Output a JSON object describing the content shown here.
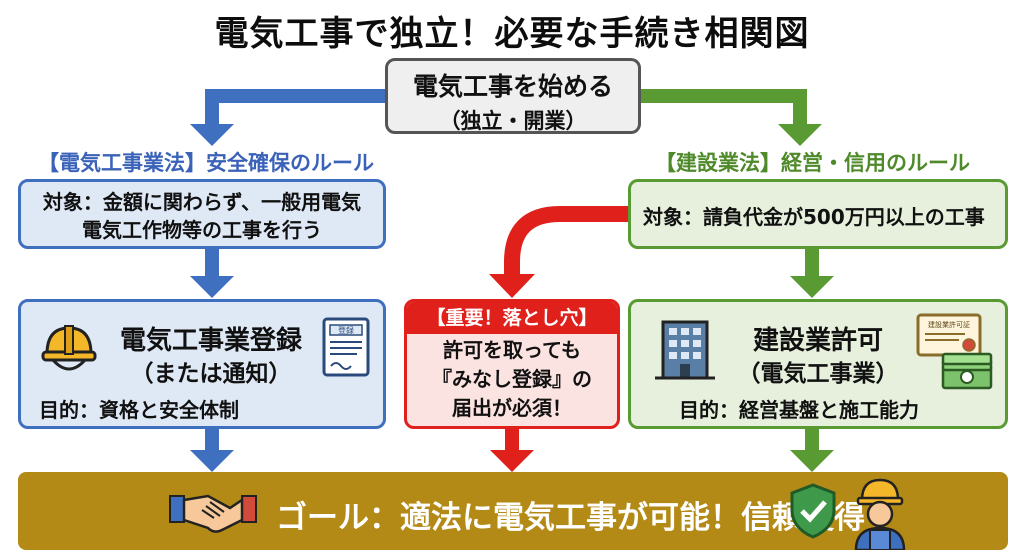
{
  "title": "電気工事で独立！必要な手続き相関図",
  "start": {
    "line1": "電気工事を始める",
    "line2": "（独立・開業）"
  },
  "left": {
    "law": "【電気工事業法】安全確保のルール",
    "target_line1": "対象：金額に関わらず、一般用電気",
    "target_line2": "電気工作物等の工事を行う",
    "box_title": "電気工事業登録",
    "box_sub": "（または通知）",
    "purpose": "目的：資格と安全体制",
    "doc_label": "登録"
  },
  "right": {
    "law": "【建設業法】経営・信用のルール",
    "target": "対象：請負代金が500万円以上の工事",
    "box_title": "建設業許可",
    "box_sub": "（電気工事業）",
    "purpose": "目的：経営基盤と施工能力",
    "doc_label": "建設業許可証"
  },
  "warning": {
    "header": "【重要！落とし穴】",
    "line1": "許可を取っても",
    "line2": "『みなし登録』の",
    "line3": "届出が必須！"
  },
  "goal": {
    "text": "ゴール：適法に電気工事が可能！信頼獲得"
  },
  "colors": {
    "blue": "#3f6fbf",
    "green": "#5a9a33",
    "red": "#e0201b",
    "goal": "#b48a17"
  },
  "icons": [
    "hard-hat-icon",
    "certificate-icon",
    "building-icon",
    "license-icon",
    "money-icon",
    "handshake-icon",
    "shield-check-icon",
    "worker-icon"
  ]
}
